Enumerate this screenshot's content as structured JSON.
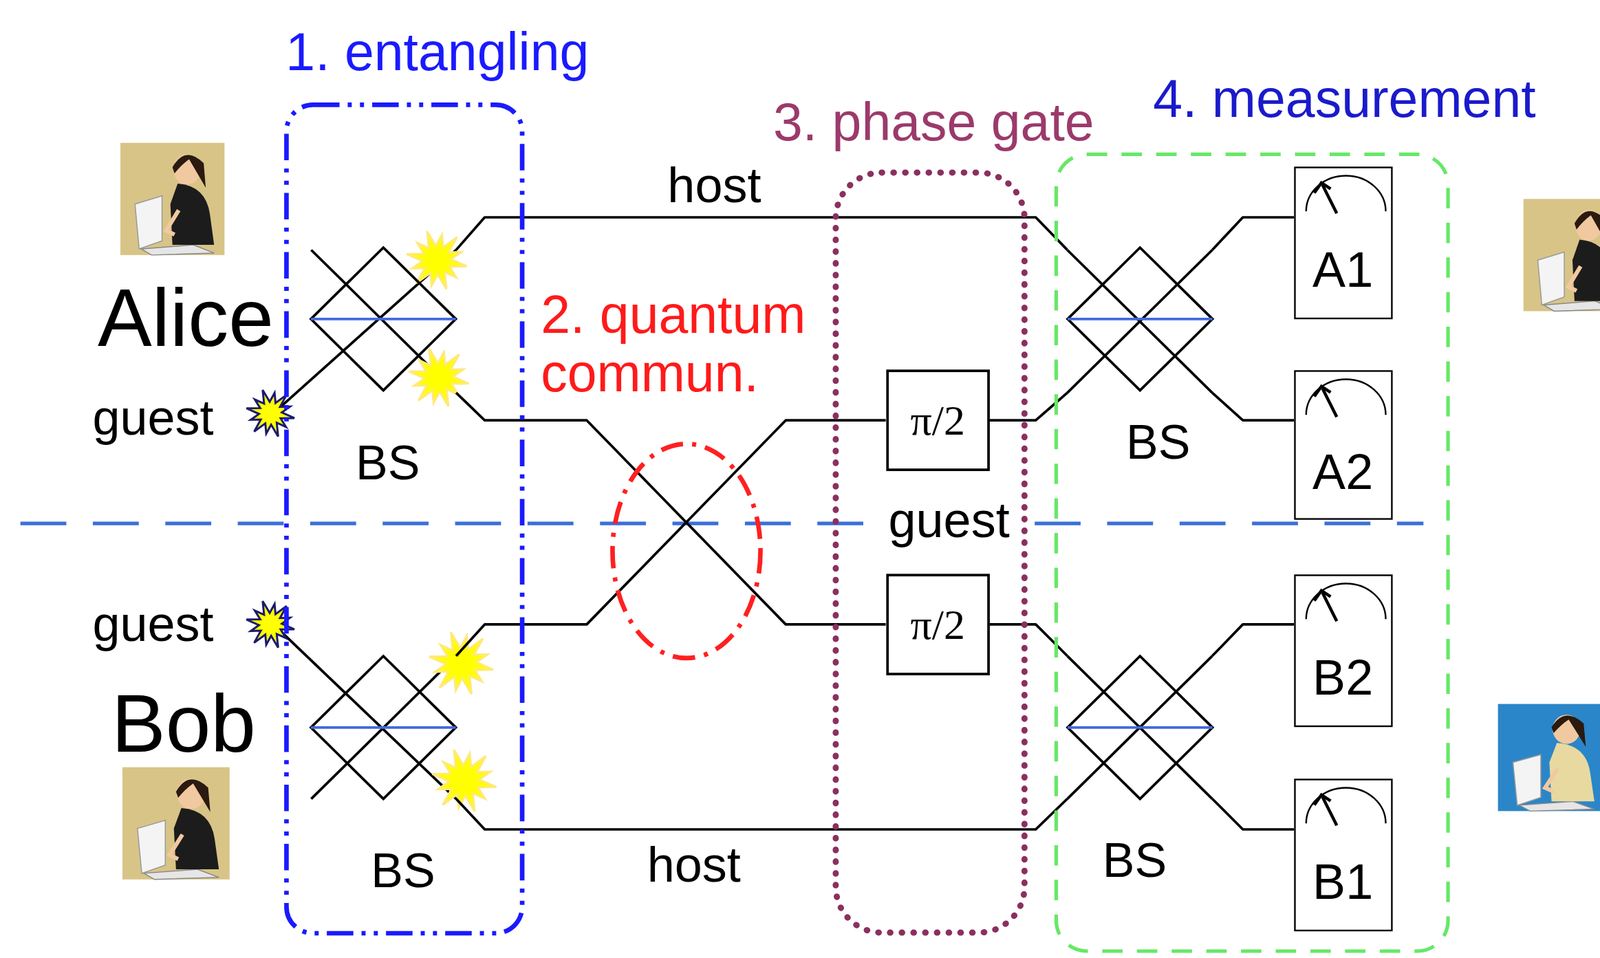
{
  "diagram": {
    "nodes": [
      {
        "text": [
          "1. entangling"
        ]
      },
      {
        "text": [
          "BS"
        ],
        "in": 0
      },
      {
        "text": [
          "BS"
        ],
        "in": 0
      },
      {
        "text": [
          "2. quantum commun."
        ]
      },
      {
        "text": [
          "3. phase gate"
        ]
      },
      {
        "text": [
          "π/2"
        ],
        "in": 4
      },
      {
        "text": [
          "π/2"
        ],
        "in": 4
      },
      {
        "text": [
          "4. measurement"
        ]
      },
      {
        "text": [
          "BS"
        ],
        "in": 7
      },
      {
        "text": [
          "BS"
        ],
        "in": 7
      },
      {
        "text": [
          "A1"
        ],
        "in": 7
      },
      {
        "text": [
          "A2"
        ],
        "in": 7
      },
      {
        "text": [
          "B2"
        ],
        "in": 7
      },
      {
        "text": [
          "B1"
        ],
        "in": 7
      }
    ],
    "edges": [
      {
        "from": 1,
        "to": 8,
        "label": "host",
        "arrow": "none"
      },
      {
        "from": 1,
        "to": 6,
        "arrow": "none"
      },
      {
        "from": 2,
        "to": 5,
        "arrow": "none"
      },
      {
        "from": 2,
        "to": 9,
        "label": "host",
        "arrow": "none"
      },
      {
        "from": 5,
        "to": 8,
        "arrow": "none"
      },
      {
        "from": 6,
        "to": 9,
        "arrow": "none"
      },
      {
        "from": 8,
        "to": 10,
        "arrow": "none"
      },
      {
        "from": 8,
        "to": 11,
        "arrow": "none"
      },
      {
        "from": 9,
        "to": 12,
        "arrow": "none"
      },
      {
        "from": 9,
        "to": 13,
        "arrow": "none"
      }
    ],
    "labels": [
      "Alice",
      "guest",
      "guest",
      "guest",
      "Bob"
    ]
  }
}
